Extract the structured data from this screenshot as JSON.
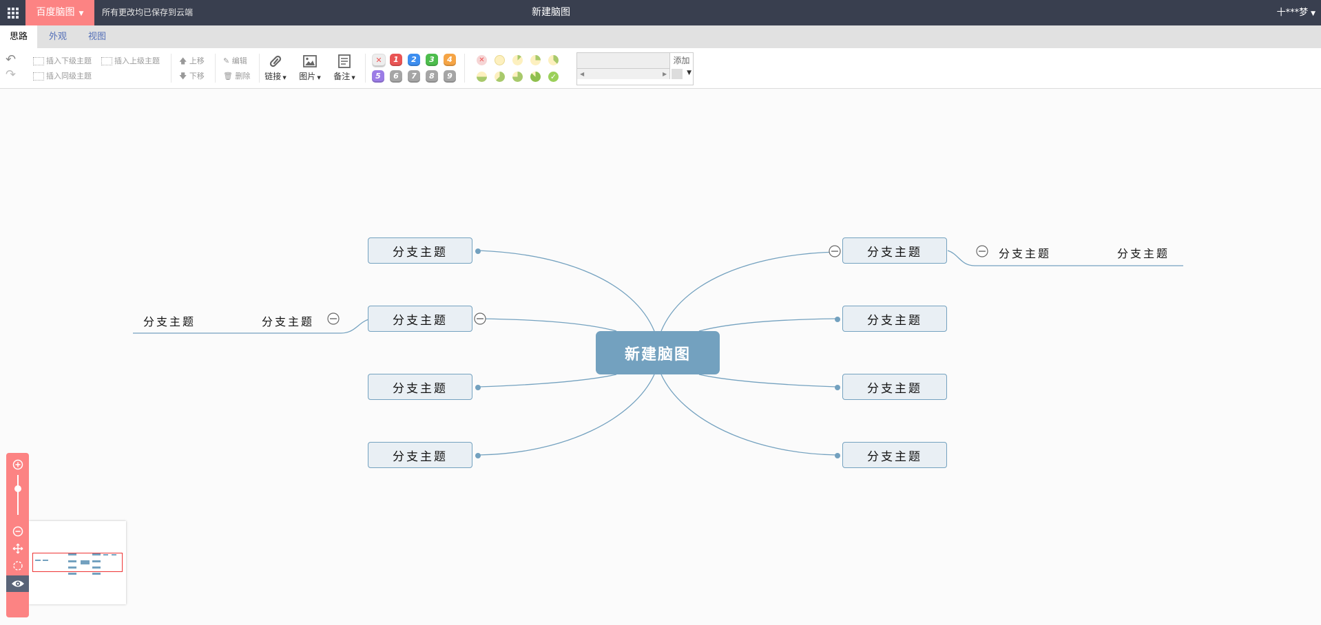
{
  "topbar": {
    "brand": "百度脑图",
    "save_status": "所有更改均已保存到云端",
    "document_title": "新建脑图",
    "user": "十***梦"
  },
  "tabs": [
    {
      "label": "思路",
      "active": true
    },
    {
      "label": "外观",
      "active": false
    },
    {
      "label": "视图",
      "active": false
    }
  ],
  "ribbon": {
    "insert_child": "插入下级主题",
    "insert_parent": "插入上级主题",
    "insert_sibling": "插入同级主题",
    "move_up": "上移",
    "move_down": "下移",
    "edit": "编辑",
    "delete": "删除",
    "link": "链接",
    "image": "图片",
    "note": "备注",
    "priorities": [
      "1",
      "2",
      "3",
      "4",
      "5",
      "6",
      "7",
      "8",
      "9"
    ],
    "template_add": "添加"
  },
  "mindmap": {
    "root": "新建脑图",
    "left_branches": [
      "分支主题",
      "分支主题",
      "分支主题",
      "分支主题"
    ],
    "right_branches": [
      "分支主题",
      "分支主题",
      "分支主题",
      "分支主题"
    ],
    "left_sub_1": "分支主题",
    "left_sub_2": "分支主题",
    "right_sub_1": "分支主题",
    "right_sub_2": "分支主题"
  },
  "colors": {
    "topbar": "#393f4f",
    "accent": "#fc8383",
    "node_border": "#73a1bf",
    "node_fill": "#e9eff4",
    "root_fill": "#73a1bf"
  }
}
